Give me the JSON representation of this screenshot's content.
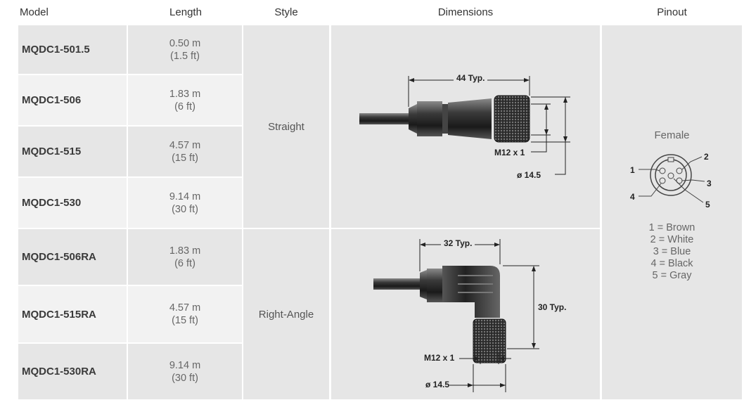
{
  "headers": {
    "model": "Model",
    "length": "Length",
    "style": "Style",
    "dimensions": "Dimensions",
    "pinout": "Pinout"
  },
  "rows": [
    {
      "model": "MQDC1-501.5",
      "length_m": "0.50 m",
      "length_ft": "(1.5 ft)"
    },
    {
      "model": "MQDC1-506",
      "length_m": "1.83 m",
      "length_ft": "(6 ft)"
    },
    {
      "model": "MQDC1-515",
      "length_m": "4.57 m",
      "length_ft": "(15 ft)"
    },
    {
      "model": "MQDC1-530",
      "length_m": "9.14 m",
      "length_ft": "(30 ft)"
    },
    {
      "model": "MQDC1-506RA",
      "length_m": "1.83 m",
      "length_ft": "(6 ft)"
    },
    {
      "model": "MQDC1-515RA",
      "length_m": "4.57 m",
      "length_ft": "(15 ft)"
    },
    {
      "model": "MQDC1-530RA",
      "length_m": "9.14 m",
      "length_ft": "(30 ft)"
    }
  ],
  "styles": {
    "straight": "Straight",
    "right_angle": "Right-Angle"
  },
  "dimensions": {
    "straight": {
      "length": "44 Typ.",
      "thread": "M12 x 1",
      "diameter": "ø 14.5"
    },
    "right_angle": {
      "length": "32 Typ.",
      "height": "30 Typ.",
      "thread": "M12 x 1",
      "diameter": "ø 14.5"
    }
  },
  "pinout": {
    "label": "Female",
    "pin_numbers": [
      "1",
      "2",
      "3",
      "4",
      "5"
    ],
    "legend": [
      "1 = Brown",
      "2 = White",
      "3 = Blue",
      "4 = Black",
      "5 = Gray"
    ]
  },
  "colors": {
    "cell_dark": "#e6e6e6",
    "cell_light": "#f2f2f2"
  }
}
